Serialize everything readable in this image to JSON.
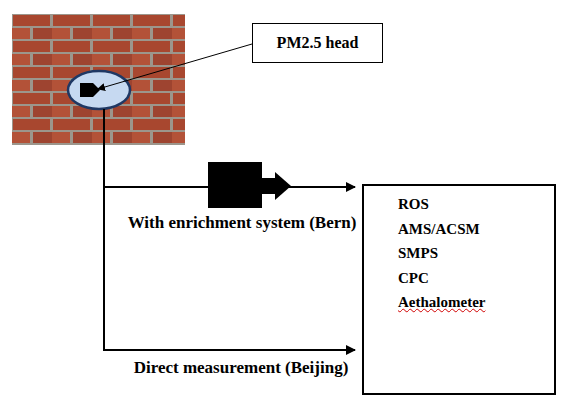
{
  "diagram": {
    "nodes": [
      {
        "text": [
          "PM2.5 head"
        ]
      },
      {
        "text": [
          "ROS",
          "AMS/ACSM",
          "SMPS",
          "CPC",
          "Aethalometer"
        ]
      }
    ],
    "labels": [
      "With enrichment system (Bern)",
      "Direct measurement (Beijing)"
    ]
  }
}
